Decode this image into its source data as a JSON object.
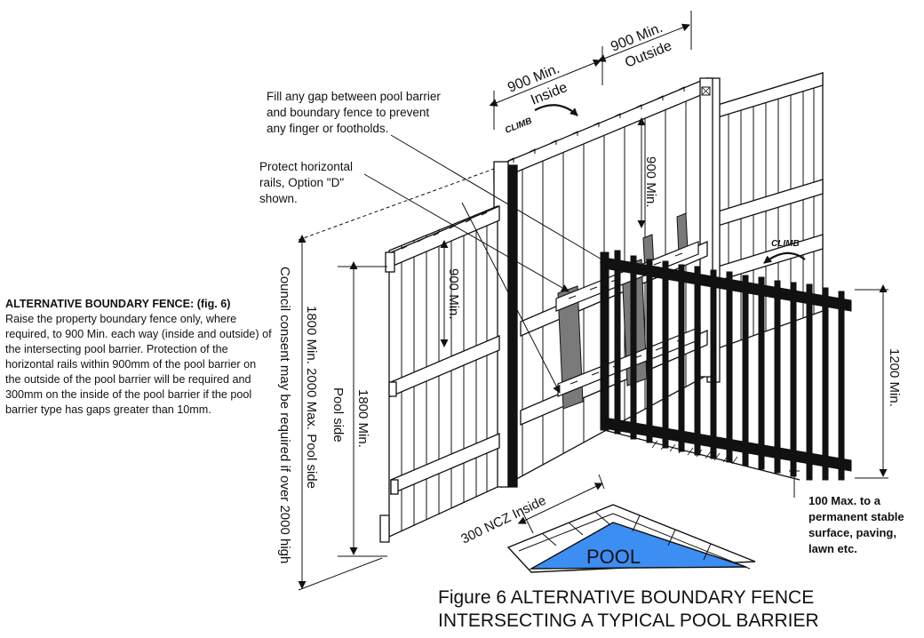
{
  "side_note": {
    "title": "ALTERNATIVE BOUNDARY FENCE: (fig. 6)",
    "body": "Raise the property boundary fence only, where required, to 900 Min. each way (inside and outside)  of the intersecting pool barrier. Protection of the horizontal rails within   900mm of the pool barrier on the outside of the pool barrier will be required and  300mm on the inside of the pool barrier if the pool barrier type has gaps greater than  10mm."
  },
  "labels": {
    "dim_900_inside_value": "900 Min.",
    "dim_900_inside_word": "Inside",
    "dim_900_outside_value": "900 Min.",
    "dim_900_outside_word": "Outside",
    "fill_gap_note_1": "Fill any gap between pool barrier",
    "fill_gap_note_2": "and boundary fence to prevent",
    "fill_gap_note_3": "any finger or footholds.",
    "protect_note_1": "Protect horizontal",
    "protect_note_2": "rails, Option \"D\"",
    "protect_note_3": "shown.",
    "climb_top": "CLIMB",
    "climb_right": "CLIMB",
    "vertical_900_post": "900 Min.",
    "vertical_900_left": "900 Min.",
    "height_1800_min": "1800 Min.",
    "pool_side": "Pool side",
    "height_range": "1800 Min. 2000 Max.  Pool side",
    "council_note": "Council consent may be required if over 2000 high",
    "height_1200": "1200 Min.",
    "ncz_inside": "300 NCZ Inside",
    "surface_note_1": "100 Max. to a",
    "surface_note_2": "permanent stable",
    "surface_note_3": "surface, paving,",
    "surface_note_4": "lawn etc.",
    "pool": "POOL"
  },
  "caption": {
    "line1": "Figure 6  ALTERNATIVE BOUNDARY FENCE",
    "line2": "INTERSECTING A TYPICAL POOL BARRIER"
  },
  "colors": {
    "pool_fill": "#3d8ef2",
    "ink": "#111111",
    "shadow": "#7a7a7a"
  }
}
